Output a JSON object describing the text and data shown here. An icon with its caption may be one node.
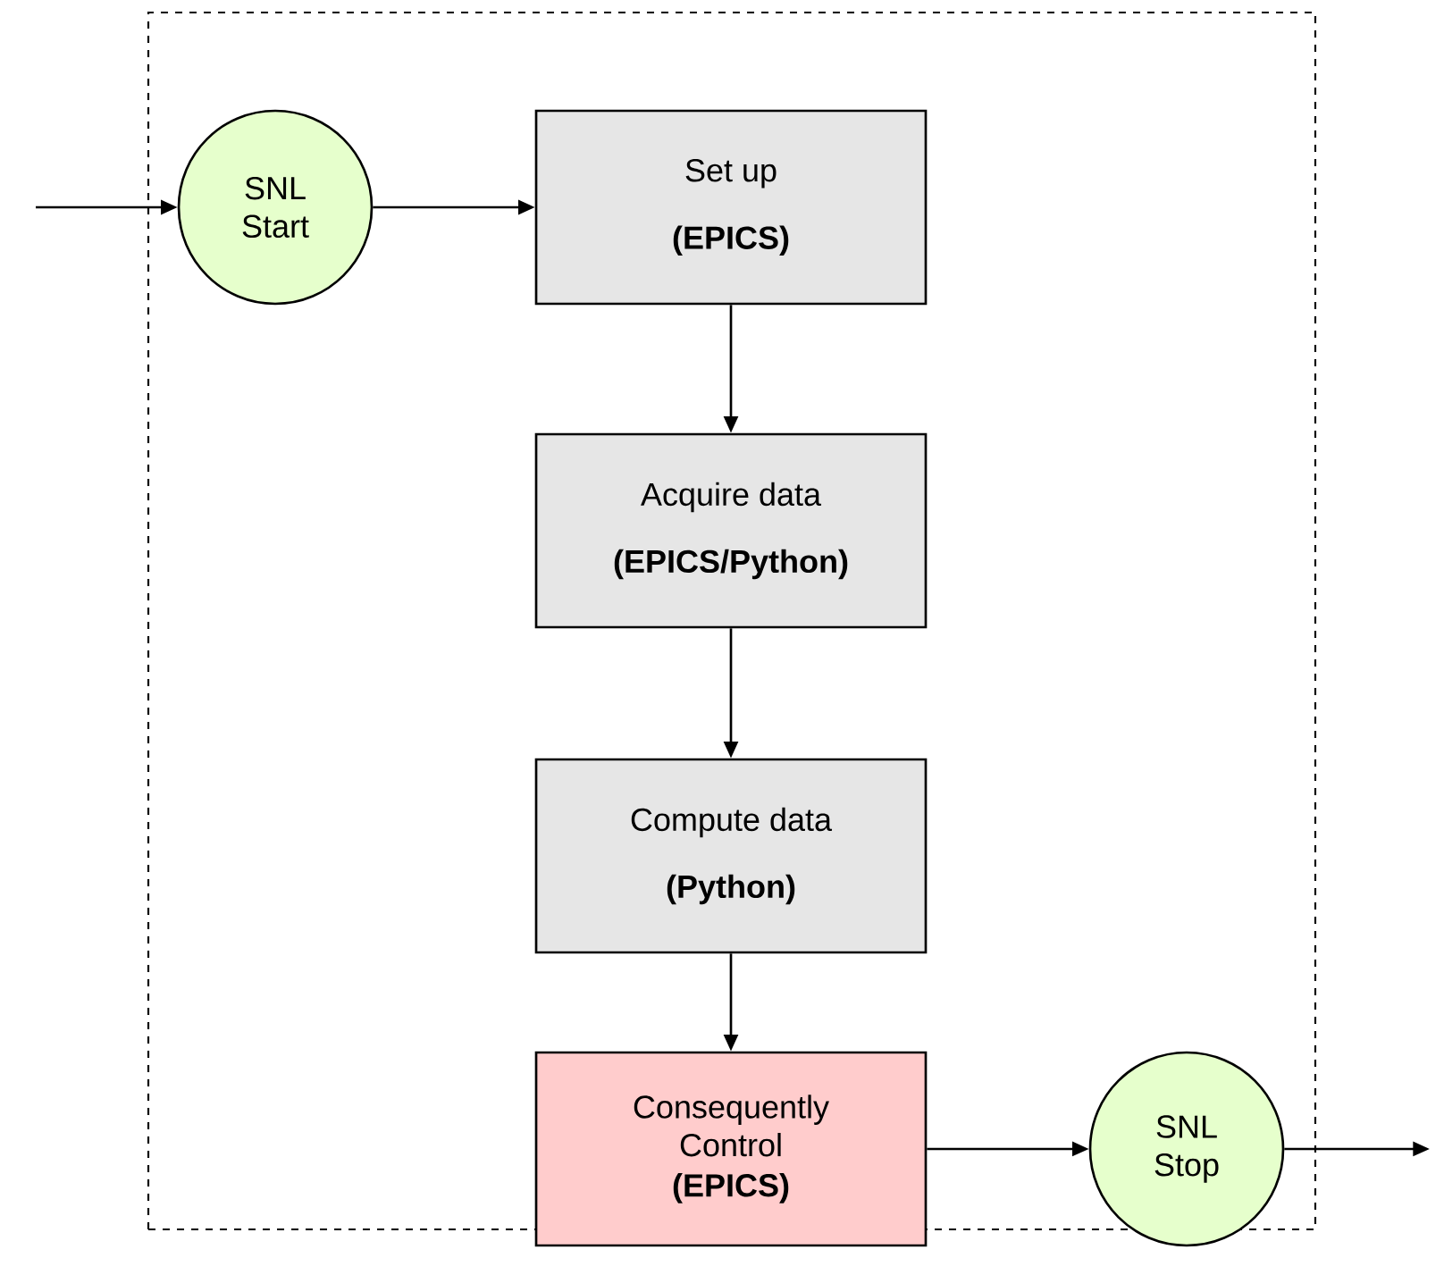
{
  "diagram": {
    "nodes": [
      {
        "text": [],
        "shape": "box"
      },
      {
        "text": [
          "SNL Start"
        ],
        "in": 0
      },
      {
        "text": [
          "Set up",
          "(EPICS)"
        ],
        "in": 0
      },
      {
        "text": [
          "Acquire data",
          "(EPICS/Python)"
        ],
        "in": 0
      },
      {
        "text": [
          "Compute data",
          "(Python)"
        ],
        "in": 0
      },
      {
        "text": [
          "Consequently Control",
          "(EPICS)"
        ],
        "in": 0
      },
      {
        "text": [
          "SNL Stop"
        ],
        "in": 0
      }
    ],
    "edges": [
      {
        "from": null,
        "to": 1,
        "arrow": "to"
      },
      {
        "from": 1,
        "to": 2,
        "arrow": "to"
      },
      {
        "from": 2,
        "to": 3,
        "arrow": "to"
      },
      {
        "from": 3,
        "to": 4,
        "arrow": "to"
      },
      {
        "from": 4,
        "to": 5,
        "arrow": "to"
      },
      {
        "from": 5,
        "to": 6,
        "arrow": "to"
      },
      {
        "from": 6,
        "to": null,
        "arrow": "to"
      }
    ]
  }
}
